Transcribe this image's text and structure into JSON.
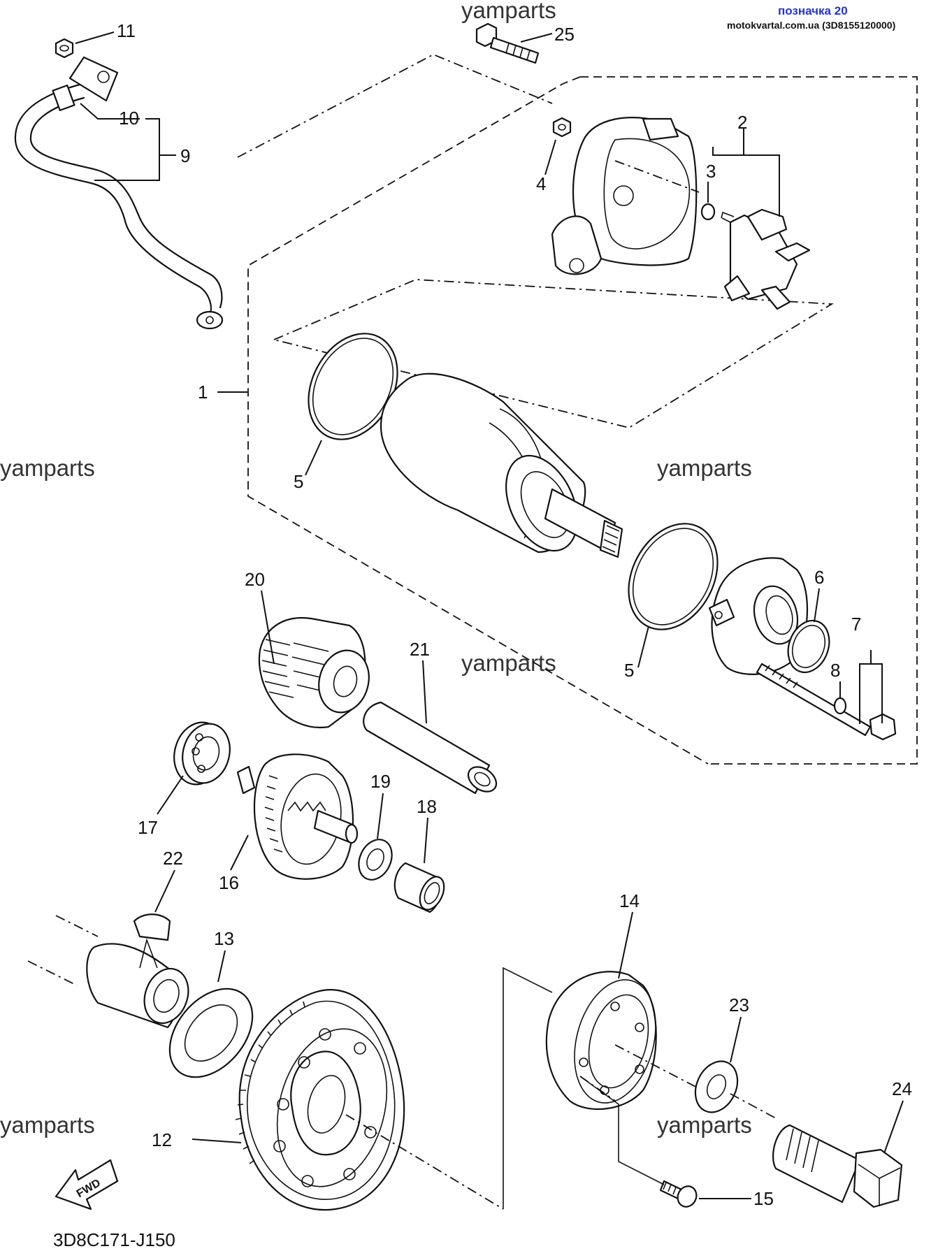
{
  "header": {
    "tag": "позначка 20",
    "source": "motokvartal.com.ua (3D8155120000)"
  },
  "watermark": "yamparts",
  "diagram_code": "3D8C171-J150",
  "fwd_label": "FWD",
  "callouts": {
    "p1": "1",
    "p2": "2",
    "p3": "3",
    "p4": "4",
    "p5a": "5",
    "p5b": "5",
    "p6": "6",
    "p7": "7",
    "p8": "8",
    "p9": "9",
    "p10": "10",
    "p11": "11",
    "p12": "12",
    "p13": "13",
    "p14": "14",
    "p15": "15",
    "p16": "16",
    "p17": "17",
    "p18": "18",
    "p19": "19",
    "p20": "20",
    "p21": "21",
    "p22": "22",
    "p23": "23",
    "p24": "24",
    "p25": "25"
  },
  "colors": {
    "line": "#111111",
    "tag": "#2233dd",
    "background": "#ffffff"
  }
}
